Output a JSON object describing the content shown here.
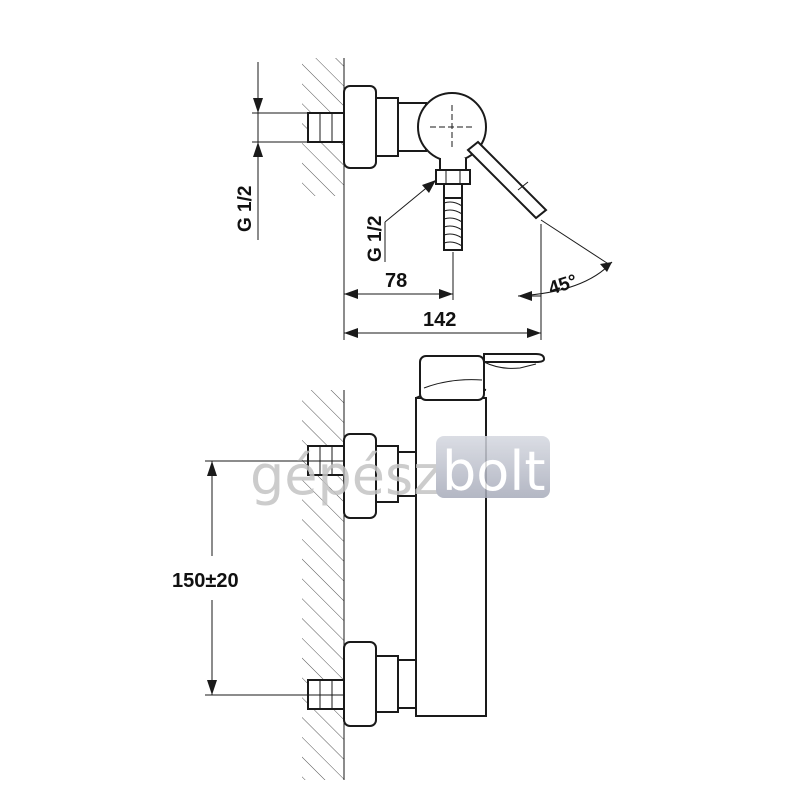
{
  "top_view": {
    "inlet_thread_label": "G 1/2",
    "hose_thread_label": "G 1/2",
    "outlet_depth_label": "78",
    "total_depth_label": "142",
    "lever_angle_label": "45°"
  },
  "front_view": {
    "inlet_spacing_label": "150±20"
  },
  "watermark": {
    "left_text": "gépész",
    "right_text": "bolt"
  },
  "colors": {
    "line": "#1a1a1a",
    "watermark_grey": "#c4c4c4",
    "watermark_box": "#b8bcc8"
  }
}
